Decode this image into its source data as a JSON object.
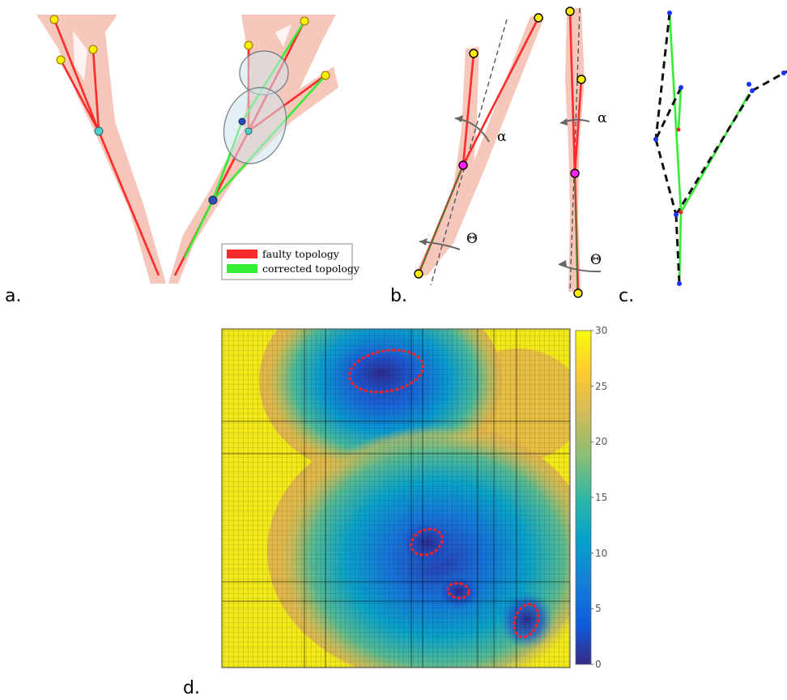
{
  "panels": {
    "a": {
      "label": "a."
    },
    "b": {
      "label": "b."
    },
    "c": {
      "label": "c."
    },
    "d": {
      "label": "d."
    }
  },
  "legend": {
    "items": [
      {
        "label": "faulty topology",
        "color": "#ff2a2a"
      },
      {
        "label": "corrected topology",
        "color": "#33ee33"
      }
    ]
  },
  "angles": {
    "alpha": "α",
    "theta": "Θ"
  },
  "colors": {
    "faulty": "#ff2a2a",
    "corrected": "#33ee33",
    "tip_node": "#ffee00",
    "branch_node": "#ff22ff",
    "vessel_mask": "#f3b4a4",
    "contour": "#ff2020"
  },
  "heatmap": {
    "colormap": "parula",
    "colorbar": {
      "min": 0,
      "max": 30,
      "ticks": [
        "0",
        "5",
        "10",
        "15",
        "20",
        "25",
        "30"
      ]
    }
  }
}
